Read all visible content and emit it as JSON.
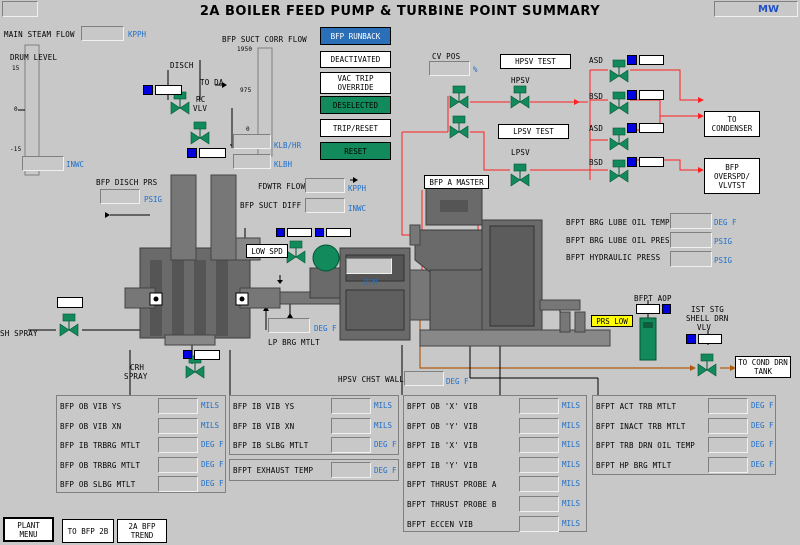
{
  "header": {
    "title": "2A BOILER FEED PUMP & TURBINE POINT SUMMARY",
    "mw_label": "MW",
    "left_value": "",
    "right_value": ""
  },
  "left": {
    "main_steam_flow": "MAIN STEAM FLOW",
    "main_steam_unit": "KPPH",
    "drum_level": "DRUM LEVEL",
    "drum_ticks": [
      "15",
      "0",
      "-15"
    ],
    "drum_unit": "INWC"
  },
  "suct_corr": {
    "label": "BFP SUCT CORR FLOW",
    "ticks": [
      "1950",
      "975",
      "0"
    ],
    "unit_klb_hr": "KLB/HR",
    "unit_klbh": "KLBH"
  },
  "buttons": {
    "bfp_runback": "BFP RUNBACK",
    "deactivated": "DEACTIVATED",
    "vac_trip_1": "VAC TRIP",
    "vac_trip_2": "OVERRIDE",
    "deselected": "DESELECTED",
    "trip_reset": "TRIP/RESET",
    "reset": "RESET"
  },
  "valves": {
    "disch": "DISCH",
    "to_da": "TO DA",
    "rc_vlv_1": "RC",
    "rc_vlv_2": "VLV",
    "cv_pos": "CV POS",
    "cv_unit": "%",
    "hpsv_test": "HPSV TEST",
    "hpsv": "HPSV",
    "lpsv_test": "LPSV TEST",
    "lpsv": "LPSV",
    "asd1": "ASD",
    "bsd1": "BSD",
    "asd2": "ASD",
    "bsd2": "BSD",
    "to_condenser_1": "TO",
    "to_condenser_2": "CONDENSER",
    "bfp_oversp_1": "BFP",
    "bfp_oversp_2": "OVERSPD/",
    "bfp_oversp_3": "VLVTST",
    "bfp_a_master": "BFP A MASTER"
  },
  "mid": {
    "bfp_disch_prs": "BFP DISCH PRS",
    "psig": "PSIG",
    "fdwtr_flow": "FDWTR FLOW",
    "kpph": "KPPH",
    "bfp_suct_diff": "BFP SUCT DIFF",
    "inwc": "INWC",
    "low_spd": "LOW SPD",
    "rpm": "RPM",
    "deg_f": "DEG F",
    "lp_brg_mtlt": "LP BRG MTLT",
    "sh_spray": "SH SPRAY",
    "crh_spray_1": "CRH",
    "crh_spray_2": "SPRAY",
    "hpsv_chst_wall": "HPSV CHST WALL"
  },
  "right": {
    "lube_temp": "BFPT BRG LUBE OIL TEMP",
    "lube_temp_unit": "DEG F",
    "lube_press": "BFPT BRG LUBE OIL PRESS",
    "lube_press_unit": "PSIG",
    "hyd_press": "BFPT HYDRAULIC PRESS",
    "hyd_press_unit": "PSIG",
    "bfpt_aop": "BFPT AOP",
    "prs_low": "PRS LOW",
    "ist_stg_1": "IST STG",
    "ist_stg_2": "SHELL DRN",
    "ist_stg_3": "VLV",
    "to_cond_drn_1": "TO COND DRN",
    "to_cond_drn_2": "TANK"
  },
  "panel1": {
    "rows": [
      {
        "label": "BFP OB VIB YS",
        "unit": "MILS"
      },
      {
        "label": "BFP OB VIB XN",
        "unit": "MILS"
      },
      {
        "label": "BFP IB TRBRG MTLT",
        "unit": "DEG F"
      },
      {
        "label": "BFP OB TRBRG MTLT",
        "unit": "DEG F"
      },
      {
        "label": "BFP OB SLBG MTLT",
        "unit": "DEG F"
      }
    ]
  },
  "panel2": {
    "rows": [
      {
        "label": "BFP IB VIB YS",
        "unit": "MILS"
      },
      {
        "label": "BFP IB VIB XN",
        "unit": "MILS"
      },
      {
        "label": "BFP IB SLBG MTLT",
        "unit": "DEG F"
      }
    ],
    "exhaust": {
      "label": "BFPT EXHAUST TEMP",
      "unit": "DEG F"
    }
  },
  "panel3": {
    "rows": [
      {
        "label": "BFPT OB 'X' VIB",
        "unit": "MILS"
      },
      {
        "label": "BFPT OB 'Y' VIB",
        "unit": "MILS"
      },
      {
        "label": "BFPT IB 'X' VIB",
        "unit": "MILS"
      },
      {
        "label": "BFPT IB 'Y' VIB",
        "unit": "MILS"
      },
      {
        "label": "BFPT THRUST PROBE A",
        "unit": "MILS"
      },
      {
        "label": "BFPT THRUST PROBE B",
        "unit": "MILS"
      },
      {
        "label": "BFPT ECCEN VIB",
        "unit": "MILS"
      }
    ]
  },
  "panel4": {
    "rows": [
      {
        "label": "BFPT ACT TRB MTLT",
        "unit": "DEG F"
      },
      {
        "label": "BFPT INACT TRB MTLT",
        "unit": "DEG F"
      },
      {
        "label": "BFPT TRB DRN OIL TEMP",
        "unit": "DEG F"
      },
      {
        "label": "BFPT HP BRG MTLT",
        "unit": "DEG F"
      }
    ]
  },
  "footer": {
    "plant_menu_1": "PLANT",
    "plant_menu_2": "MENU",
    "to_bfp_2b": "TO BFP 2B",
    "trend_1": "2A BFP",
    "trend_2": "TREND"
  },
  "colors": {
    "background": "#c8c8c8",
    "valve_green": "#138a5c",
    "runback_blue": "#2a6fb8",
    "pipe_red": "#ff2020",
    "drain_brown": "#b05a10",
    "alarm_yellow": "#ffff00"
  }
}
